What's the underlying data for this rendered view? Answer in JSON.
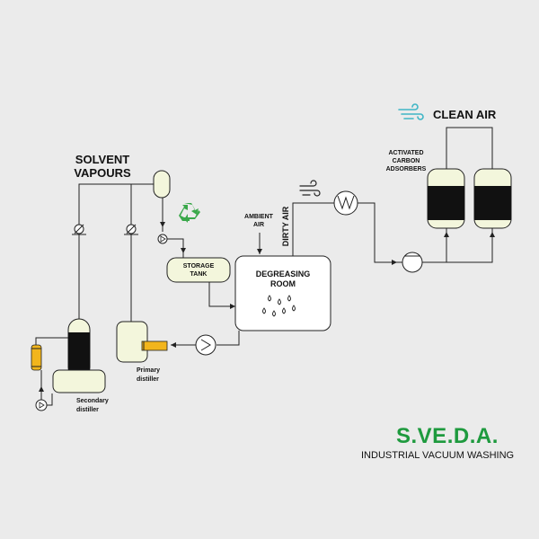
{
  "labels": {
    "solvent_vapours_line1": "SOLVENT",
    "solvent_vapours_line2": "VAPOURS",
    "clean_air": "CLEAN AIR",
    "activated_line1": "ACTIVATED",
    "activated_line2": "CARBON",
    "activated_line3": "ADSORBERS",
    "ambient_line1": "AMBIENT",
    "ambient_line2": "AIR",
    "dirty_air": "DIRTY AIR",
    "storage_line1": "STORAGE",
    "storage_line2": "TANK",
    "degreasing_line1": "DEGREASING",
    "degreasing_line2": "ROOM",
    "primary_line1": "Primary",
    "primary_line2": "distiller",
    "secondary_line1": "Secondary",
    "secondary_line2": "distiller"
  },
  "brand": {
    "name": "S.VE.D.A.",
    "tagline": "INDUSTRIAL VACUUM WASHING",
    "color": "#1e9a3e"
  },
  "colors": {
    "vessel_fill": "#f3f6dc",
    "heater": "#f2b51c",
    "carbon": "#111111",
    "recycle": "#3aa84a",
    "air_icon": "#3fb6c6"
  },
  "icons": [
    "recycle-icon",
    "wind-icon",
    "clean-air-icon",
    "droplet-icon",
    "pump-icon",
    "valve-icon",
    "heat-exchanger-icon"
  ]
}
